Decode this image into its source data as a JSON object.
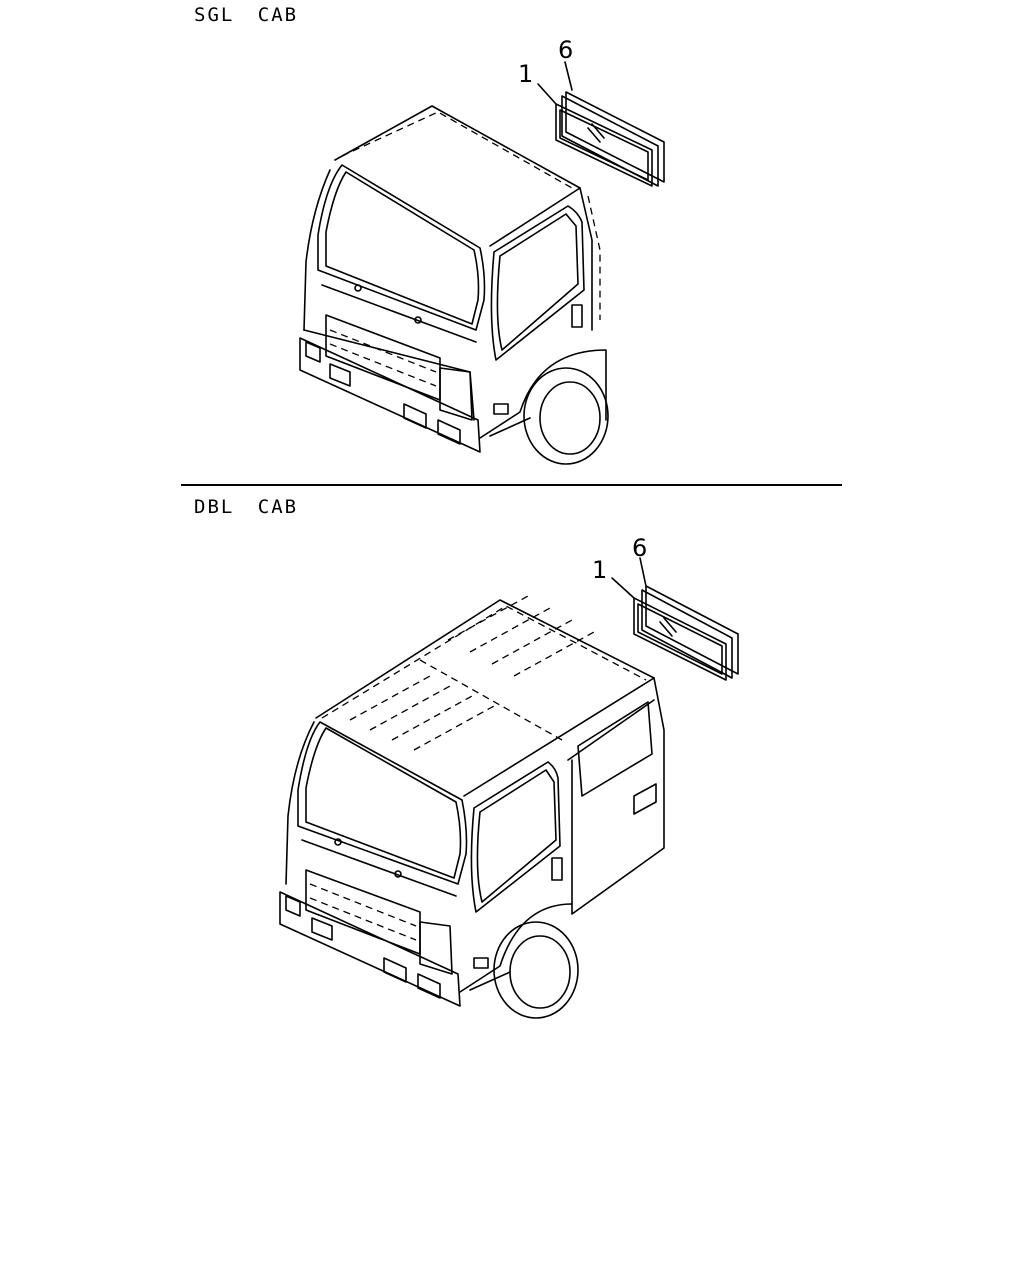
{
  "sections": [
    {
      "label": "SGL CAB",
      "callouts": {
        "glass": "1",
        "seal": "6"
      }
    },
    {
      "label": "DBL CAB",
      "callouts": {
        "glass": "1",
        "seal": "6"
      }
    }
  ]
}
